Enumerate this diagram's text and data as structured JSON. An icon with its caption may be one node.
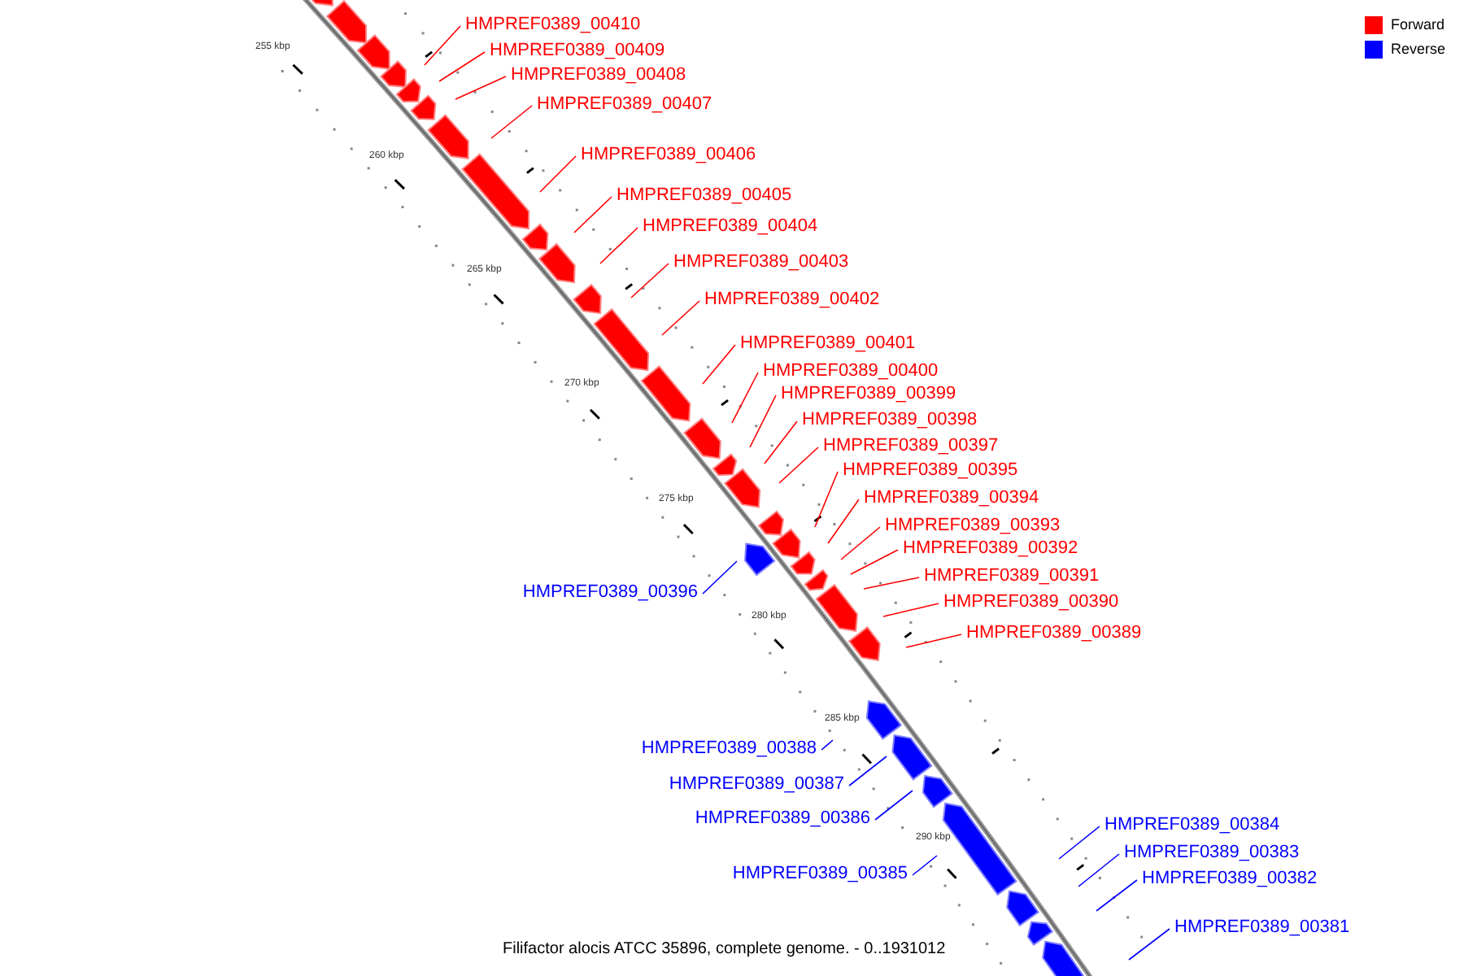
{
  "diagram": {
    "caption": "Filifactor alocis ATCC 35896, complete genome. - 0..1931012",
    "nodes": [
      {
        "text": [
          "HMPREF0389_00410"
        ]
      },
      {
        "text": [
          "HMPREF0389_00409"
        ]
      },
      {
        "text": [
          "HMPREF0389_00408"
        ]
      },
      {
        "text": [
          "HMPREF0389_00407"
        ]
      },
      {
        "text": [
          "HMPREF0389_00406"
        ]
      },
      {
        "text": [
          "HMPREF0389_00405"
        ]
      },
      {
        "text": [
          "HMPREF0389_00404"
        ]
      },
      {
        "text": [
          "HMPREF0389_00403"
        ]
      },
      {
        "text": [
          "HMPREF0389_00402"
        ]
      },
      {
        "text": [
          "HMPREF0389_00401"
        ]
      },
      {
        "text": [
          "HMPREF0389_00400"
        ]
      },
      {
        "text": [
          "HMPREF0389_00399"
        ]
      },
      {
        "text": [
          "HMPREF0389_00398"
        ]
      },
      {
        "text": [
          "HMPREF0389_00397"
        ]
      },
      {
        "text": [
          "HMPREF0389_00395"
        ]
      },
      {
        "text": [
          "HMPREF0389_00394"
        ]
      },
      {
        "text": [
          "HMPREF0389_00393"
        ]
      },
      {
        "text": [
          "HMPREF0389_00392"
        ]
      },
      {
        "text": [
          "HMPREF0389_00391"
        ]
      },
      {
        "text": [
          "HMPREF0389_00390"
        ]
      },
      {
        "text": [
          "HMPREF0389_00389"
        ]
      },
      {
        "text": [
          "HMPREF0389_00396"
        ]
      },
      {
        "text": [
          "HMPREF0389_00388"
        ]
      },
      {
        "text": [
          "HMPREF0389_00387"
        ]
      },
      {
        "text": [
          "HMPREF0389_00386"
        ]
      },
      {
        "text": [
          "HMPREF0389_00385"
        ]
      },
      {
        "text": [
          "HMPREF0389_00384"
        ]
      },
      {
        "text": [
          "HMPREF0389_00383"
        ]
      },
      {
        "text": [
          "HMPREF0389_00382"
        ]
      },
      {
        "text": [
          "HMPREF0389_00381"
        ]
      }
    ],
    "edges": [
      {
        "from": 0,
        "to": null,
        "arrow": "none"
      },
      {
        "from": 1,
        "to": null,
        "arrow": "none"
      },
      {
        "from": 2,
        "to": null,
        "arrow": "none"
      },
      {
        "from": 3,
        "to": null,
        "arrow": "none"
      },
      {
        "from": 4,
        "to": null,
        "arrow": "none"
      },
      {
        "from": 5,
        "to": null,
        "arrow": "none"
      },
      {
        "from": 6,
        "to": null,
        "arrow": "none"
      },
      {
        "from": 7,
        "to": null,
        "arrow": "none"
      },
      {
        "from": 8,
        "to": null,
        "arrow": "none"
      },
      {
        "from": 9,
        "to": null,
        "arrow": "none"
      },
      {
        "from": 10,
        "to": null,
        "arrow": "none"
      },
      {
        "from": 11,
        "to": null,
        "arrow": "none"
      },
      {
        "from": 12,
        "to": null,
        "arrow": "none"
      },
      {
        "from": 13,
        "to": null,
        "arrow": "none"
      },
      {
        "from": 14,
        "to": null,
        "arrow": "none"
      },
      {
        "from": 15,
        "to": null,
        "arrow": "none"
      },
      {
        "from": 16,
        "to": null,
        "arrow": "none"
      },
      {
        "from": 17,
        "to": null,
        "arrow": "none"
      },
      {
        "from": 18,
        "to": null,
        "arrow": "none"
      },
      {
        "from": 19,
        "to": null,
        "arrow": "none"
      },
      {
        "from": 20,
        "to": null,
        "arrow": "none"
      },
      {
        "from": 21,
        "to": null,
        "arrow": "none",
        "color": "#0000ff"
      },
      {
        "from": 22,
        "to": null,
        "arrow": "none",
        "color": "#0000ff"
      },
      {
        "from": 23,
        "to": null,
        "arrow": "none",
        "color": "#0000ff"
      },
      {
        "from": 24,
        "to": null,
        "arrow": "none",
        "color": "#0000ff"
      },
      {
        "from": 25,
        "to": null,
        "arrow": "none",
        "color": "#0000ff"
      },
      {
        "from": 26,
        "to": null,
        "arrow": "none",
        "color": "#0000ff"
      },
      {
        "from": 27,
        "to": null,
        "arrow": "none",
        "color": "#0000ff"
      },
      {
        "from": 28,
        "to": null,
        "arrow": "none",
        "color": "#0000ff"
      },
      {
        "from": 29,
        "to": null,
        "arrow": "none",
        "color": "#0000ff"
      }
    ],
    "labels": [
      "255 kbp",
      "260 kbp",
      "265 kbp",
      "270 kbp",
      "275 kbp",
      "280 kbp",
      "285 kbp",
      "290 kbp"
    ],
    "legend": [
      {
        "text": "Forward",
        "color": "#ff0000"
      },
      {
        "text": "Reverse",
        "color": "#0000ff"
      }
    ]
  }
}
